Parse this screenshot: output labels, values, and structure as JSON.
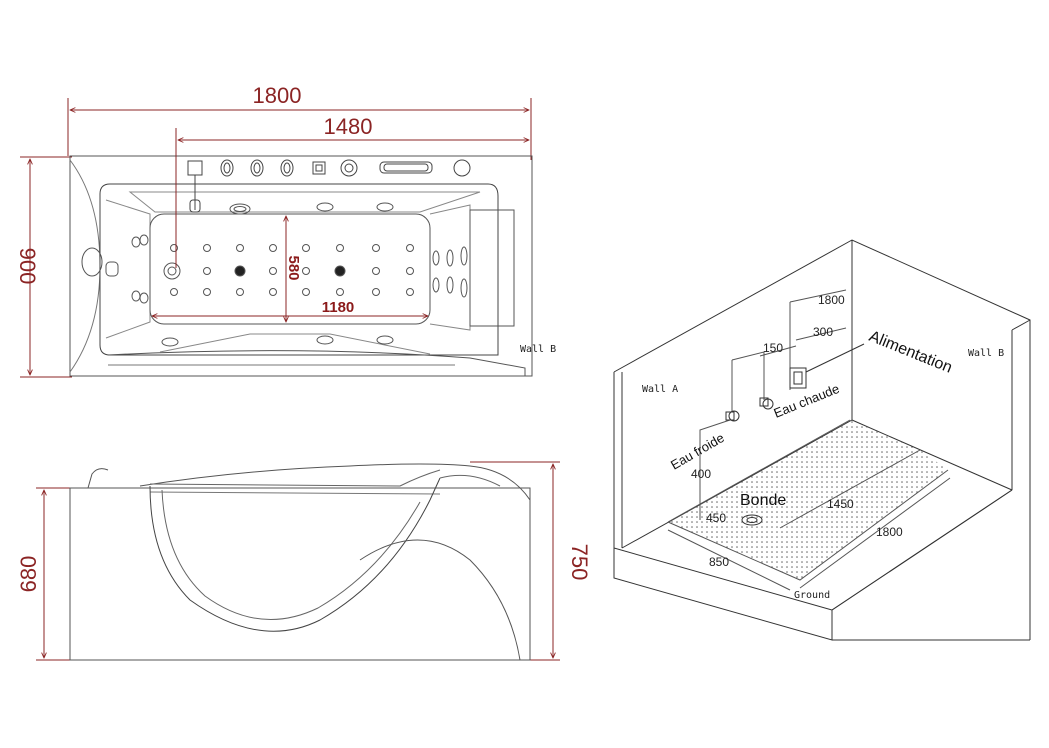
{
  "top_view": {
    "overall_length": "1800",
    "inner_length": "1480",
    "overall_width": "900",
    "basin_width": "580",
    "basin_length": "1180",
    "wall_label": "Wall B"
  },
  "side_view": {
    "height_low": "680",
    "height_high": "750"
  },
  "room_view": {
    "wall_a": "Wall A",
    "wall_b": "Wall B",
    "ground": "Ground",
    "dim_1800_top": "1800",
    "dim_300": "300",
    "dim_150": "150",
    "dim_400": "400",
    "dim_450": "450",
    "dim_850": "850",
    "dim_1450": "1450",
    "dim_1800_floor": "1800",
    "alimentation": "Alimentation",
    "eau_chaude": "Eau chaude",
    "eau_froide": "Eau froide",
    "bonde": "Bonde"
  },
  "colors": {
    "line": "#333333",
    "dimension_red": "#8b2424"
  }
}
